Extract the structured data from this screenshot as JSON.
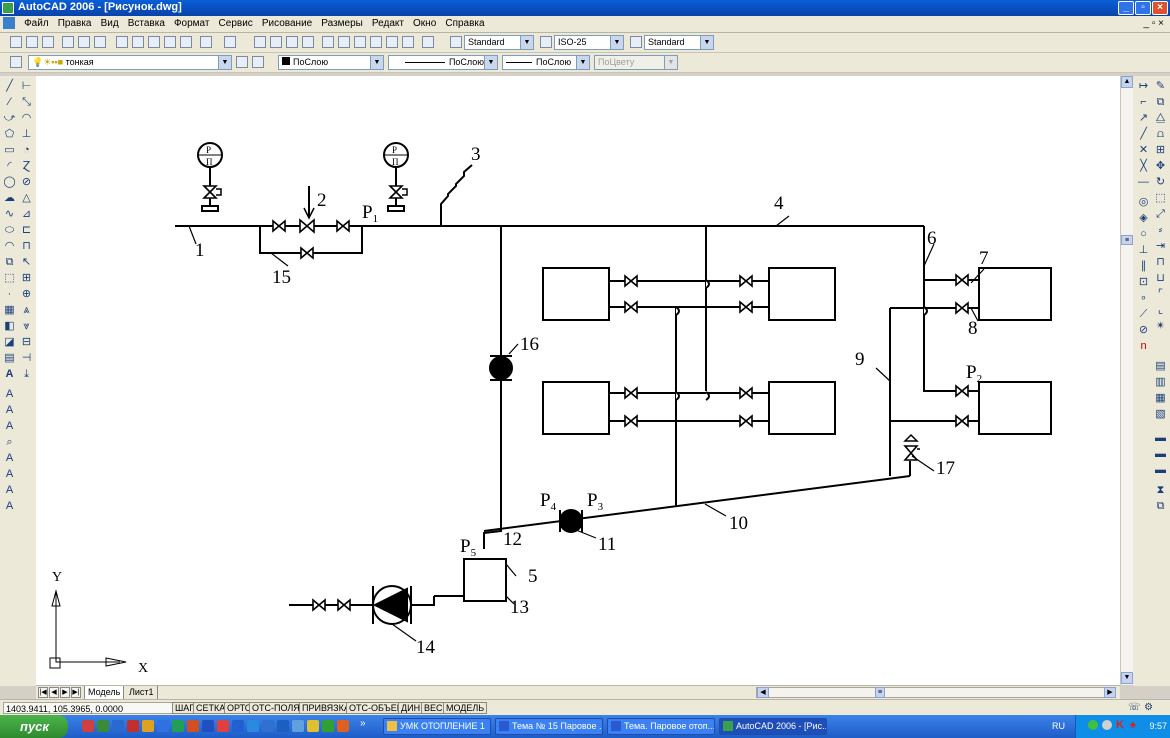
{
  "window": {
    "title": "AutoCAD 2006 - [Рисунок.dwg]"
  },
  "menu": [
    "Файл",
    "Правка",
    "Вид",
    "Вставка",
    "Формат",
    "Сервис",
    "Рисование",
    "Размеры",
    "Редакт",
    "Окно",
    "Справка"
  ],
  "toolbar": {
    "text_style": "Standard",
    "dim_style": "ISO-25",
    "table_style": "Standard",
    "layer": "тонкая",
    "color": "ПоСлою",
    "linetype": "ПоСлою",
    "lineweight": "ПоСлою",
    "plotstyle": "ПоЦвету"
  },
  "drawing": {
    "labels": {
      "l1": "1",
      "l2": "2",
      "l3": "3",
      "l4": "4",
      "l5": "5",
      "l6": "6",
      "l7": "7",
      "l8": "8",
      "l9": "9",
      "l10": "10",
      "l11": "11",
      "l12": "12",
      "l13": "13",
      "l14": "14",
      "l15": "15",
      "l16": "16",
      "l17": "17"
    },
    "pressures": {
      "p": "P",
      "s1": "1",
      "s2": "2",
      "s3": "3",
      "s4": "4",
      "s5": "5"
    },
    "gauge_top": "P",
    "gauge_bottom": "П",
    "ucs": {
      "x": "X",
      "y": "Y"
    }
  },
  "tabs": {
    "model": "Модель",
    "layout": "Лист1"
  },
  "status": {
    "coords": "1403.9411, 105.3965, 0.0000",
    "buttons": [
      "ШАГ",
      "СЕТКА",
      "ОРТО",
      "ОТС-ПОЛЯР",
      "ПРИВЯЗКА",
      "ОТС-ОБЪЕКТ",
      "ДИН",
      "ВЕС",
      "МОДЕЛЬ"
    ]
  },
  "taskbar": {
    "start": "пуск",
    "tasks": [
      "УМК ОТОПЛЕНИЕ 1",
      "Тема № 15 Паровое ...",
      "Тема. Паровое отоп...",
      "AutoCAD 2006 - [Рис..."
    ],
    "lang": "RU",
    "clock": "9:57"
  }
}
